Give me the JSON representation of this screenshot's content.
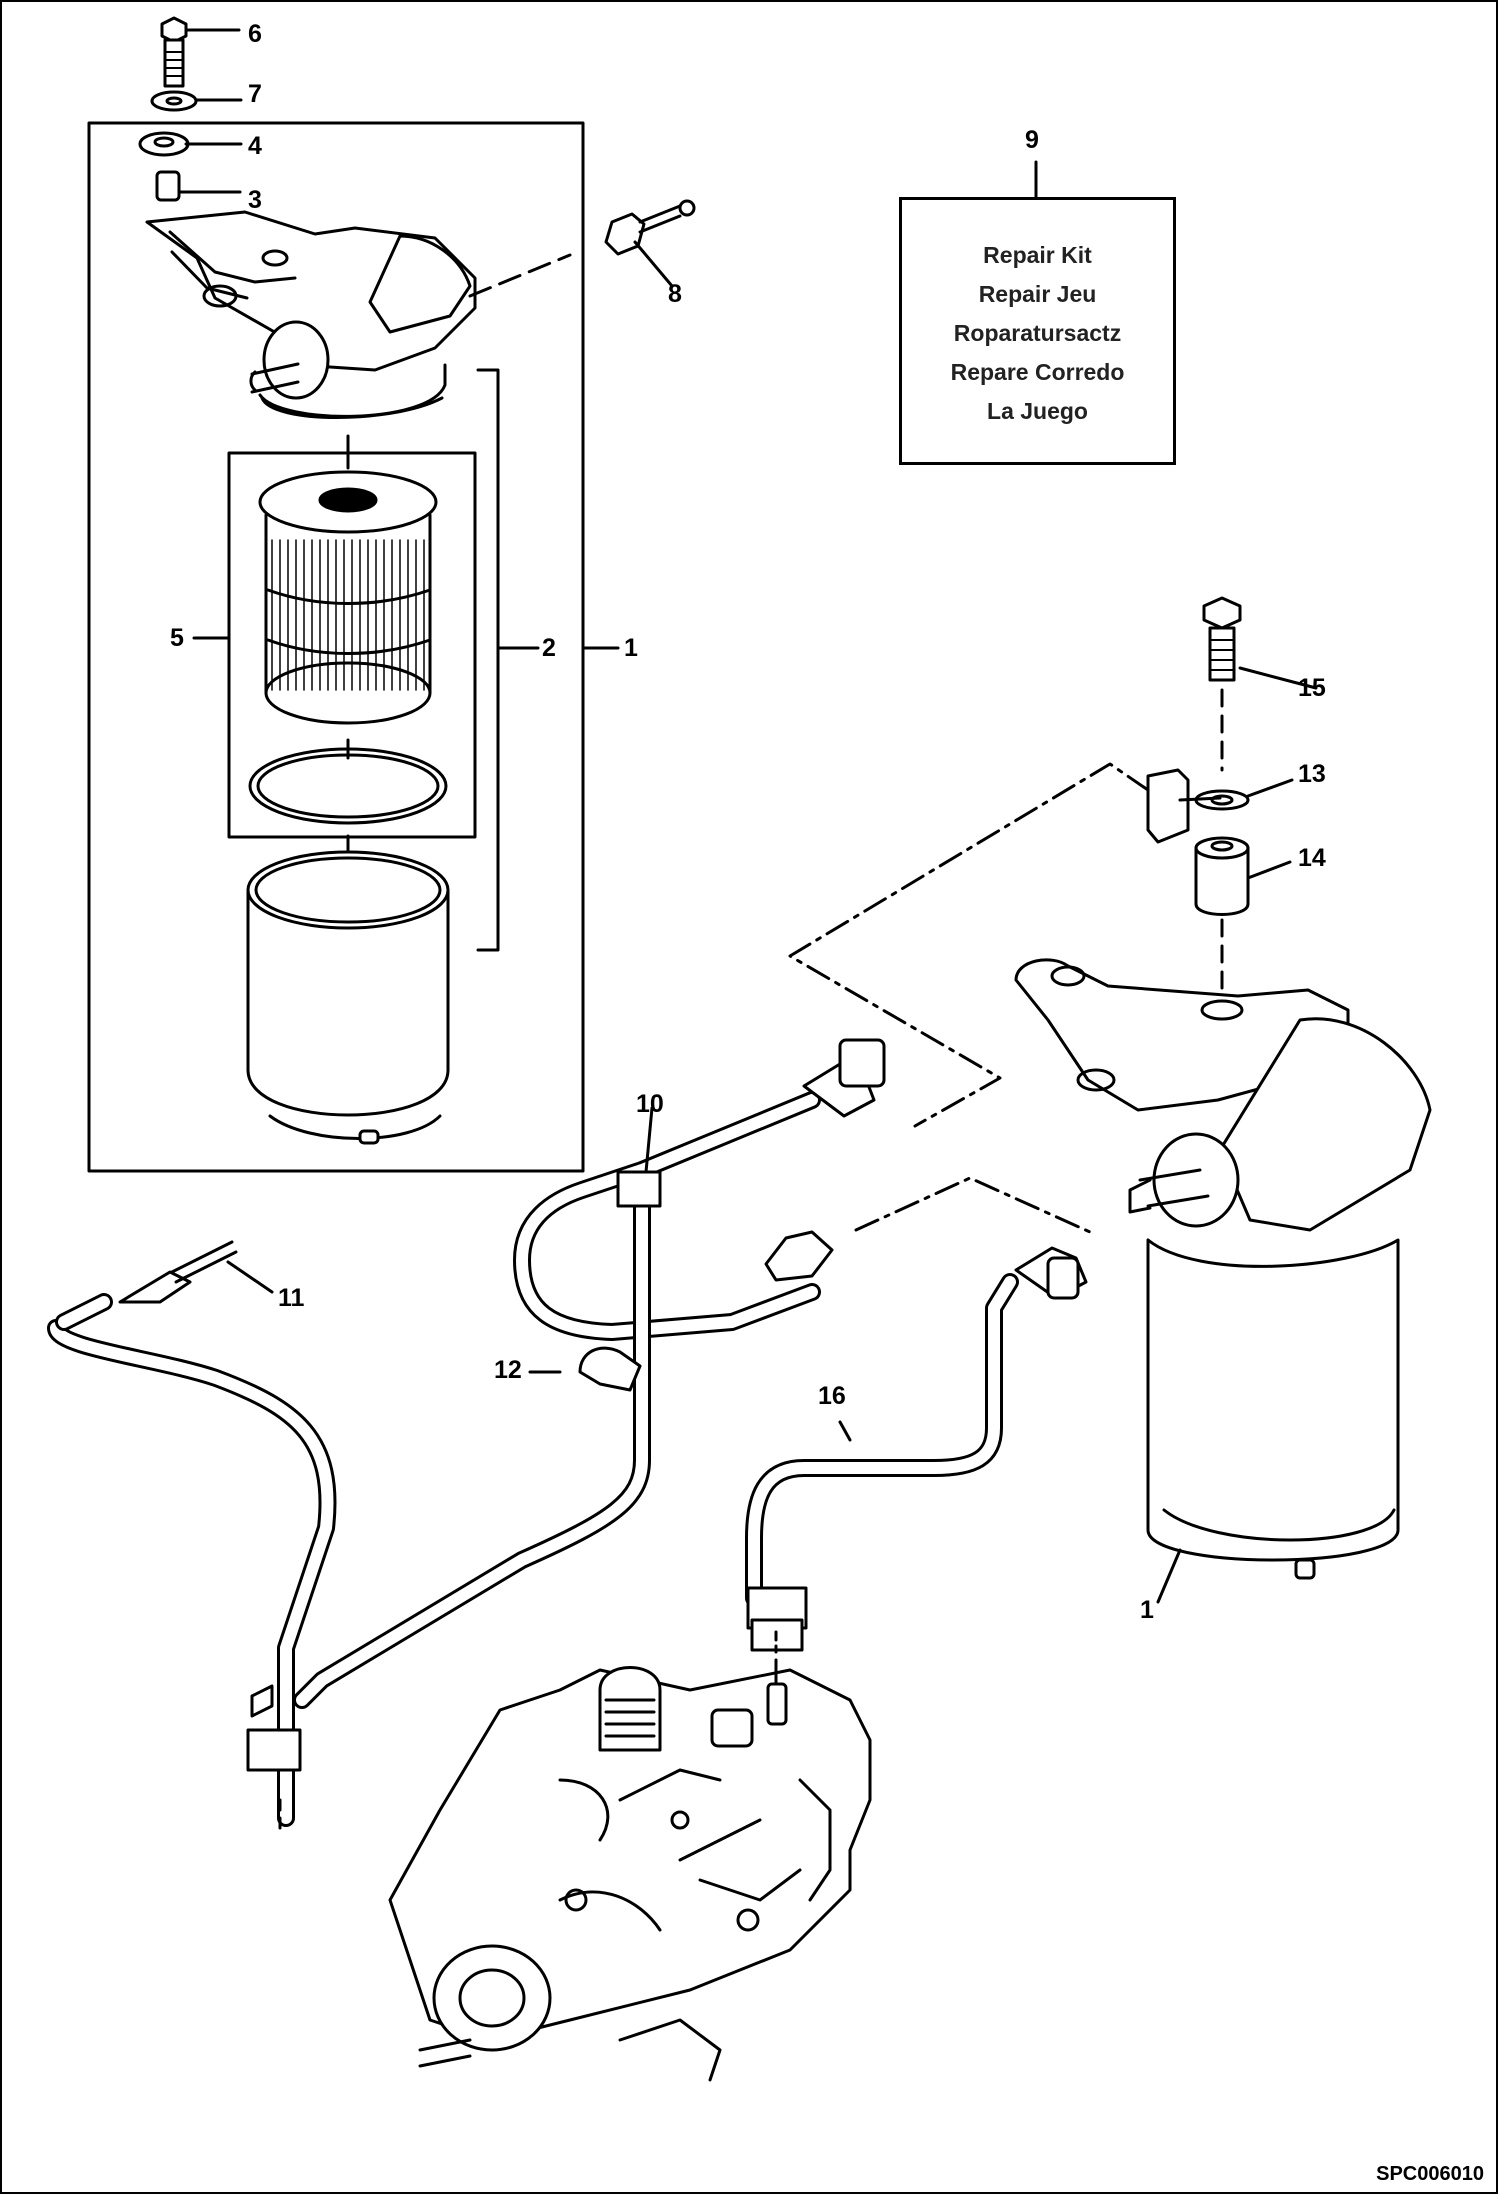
{
  "callouts": {
    "c1": "1",
    "c1b": "1",
    "c2": "2",
    "c3": "3",
    "c4": "4",
    "c5": "5",
    "c6": "6",
    "c7": "7",
    "c8": "8",
    "c9": "9",
    "c10": "10",
    "c11": "11",
    "c12": "12",
    "c13": "13",
    "c14": "14",
    "c15": "15",
    "c16": "16"
  },
  "repair_kit": {
    "lines": [
      "Repair Kit",
      "Repair Jeu",
      "Roparatursactz",
      "Repare Corredo",
      "La Juego"
    ]
  },
  "drawing_code": "SPC006010"
}
